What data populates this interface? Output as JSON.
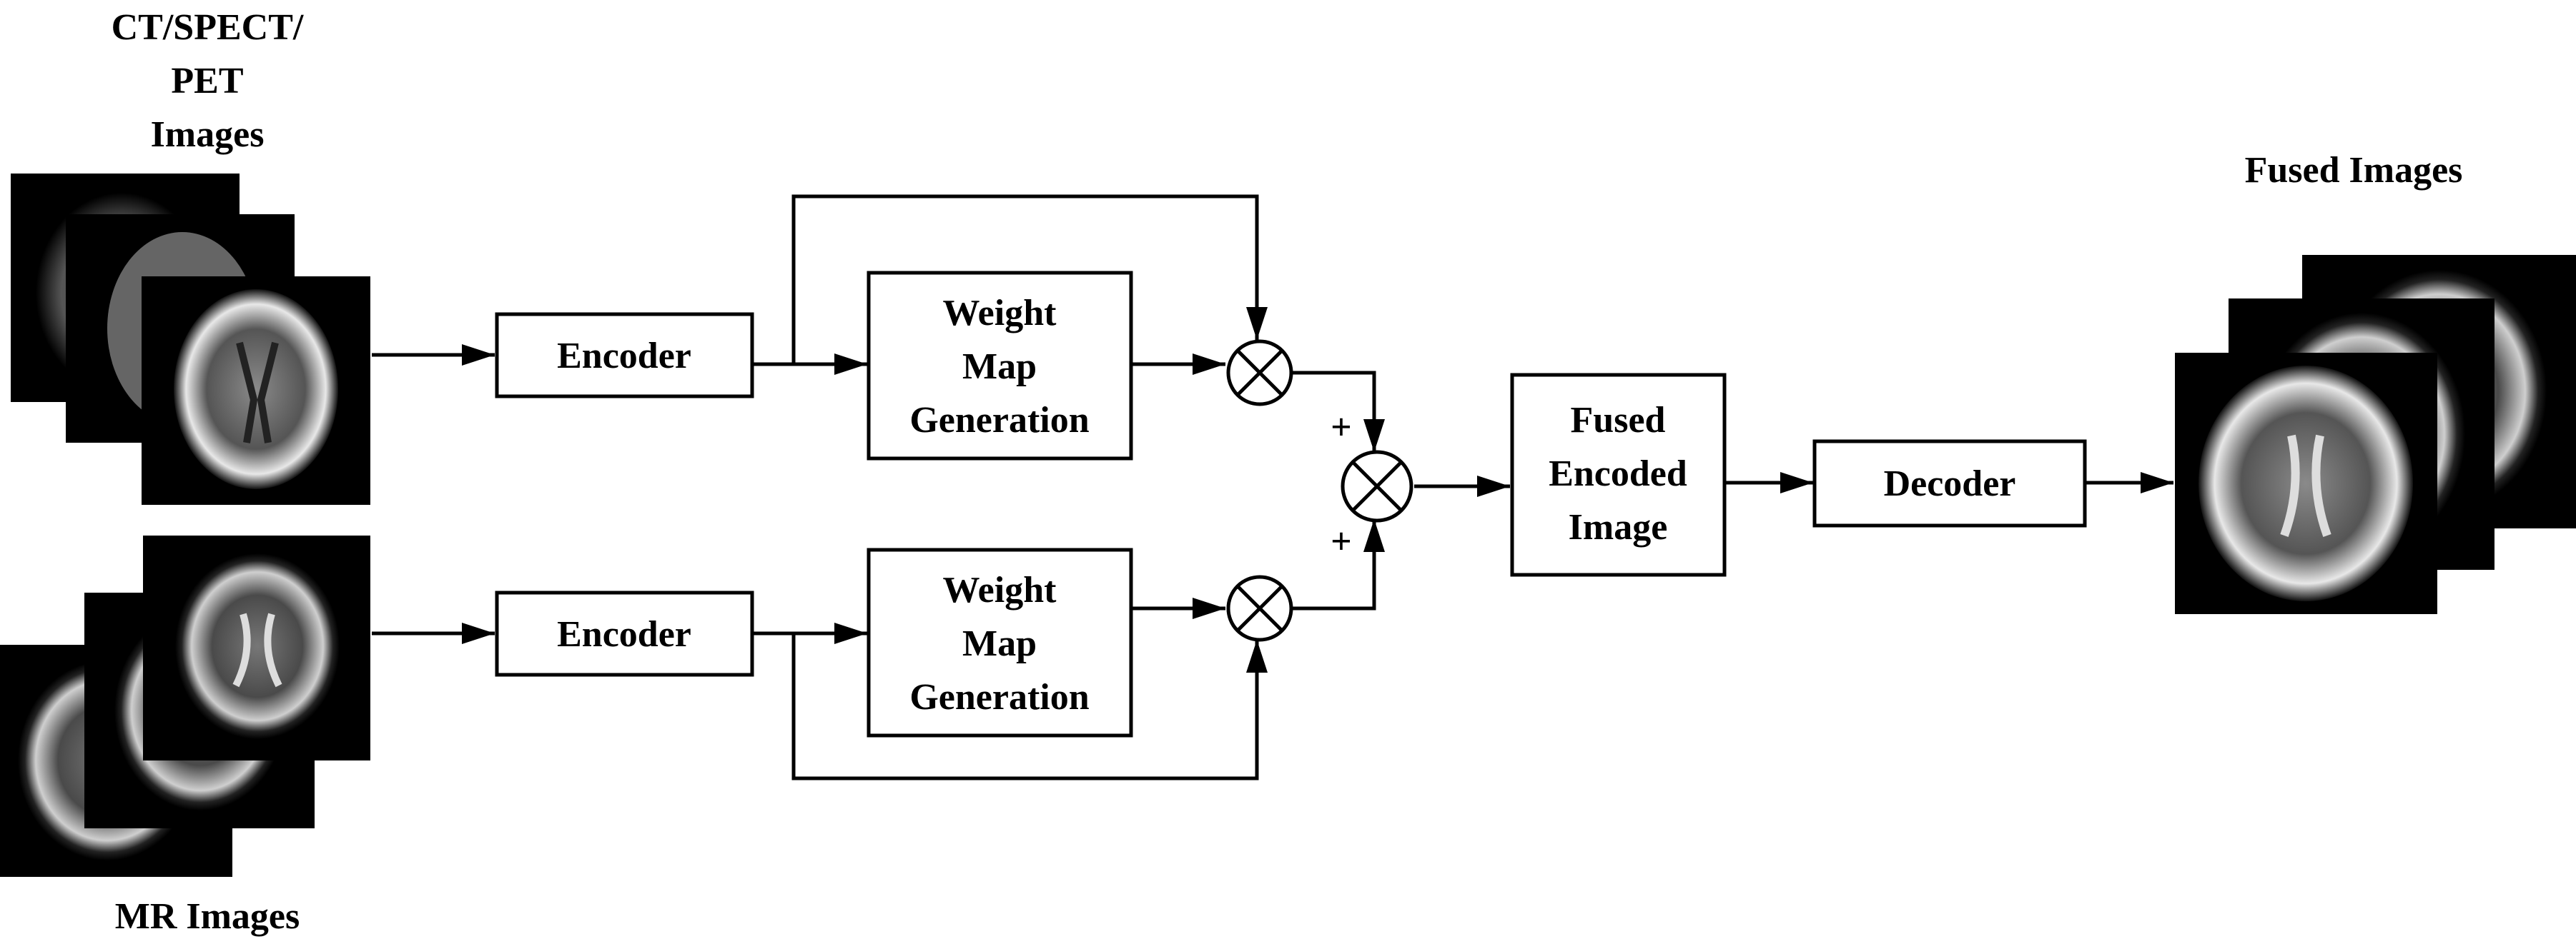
{
  "labels": {
    "input_top": [
      "CT/SPECT/",
      "PET",
      "Images"
    ],
    "input_bottom": "MR Images",
    "output": "Fused Images"
  },
  "boxes": {
    "encoder_top": [
      "Encoder"
    ],
    "encoder_bottom": [
      "Encoder"
    ],
    "weight_top": [
      "Weight",
      "Map",
      "Generation"
    ],
    "weight_bottom": [
      "Weight",
      "Map",
      "Generation"
    ],
    "fused": [
      "Fused",
      "Encoded",
      "Image"
    ],
    "decoder": [
      "Decoder"
    ]
  },
  "operators": {
    "plus_top": "+",
    "plus_bottom": "+"
  },
  "colors": {
    "stroke": "#000000",
    "image_bg": "#000000"
  }
}
